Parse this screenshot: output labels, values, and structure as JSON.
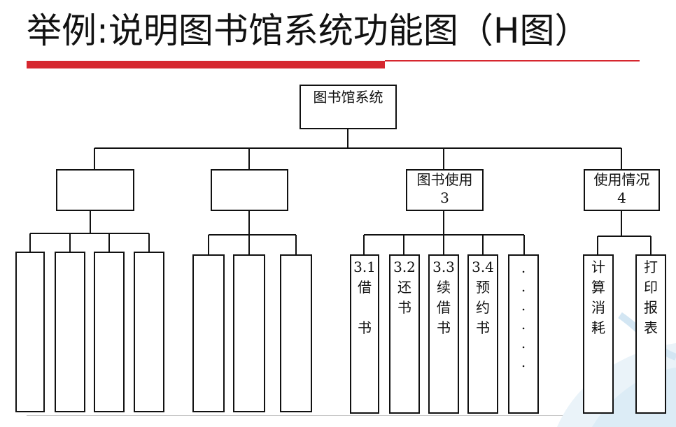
{
  "slide": {
    "title": "举例:说明图书馆系统功能图（H图）"
  },
  "colors": {
    "accent": "#d6272f",
    "line": "#111111"
  },
  "diagram": {
    "root": "图书馆系统",
    "level1": [
      "",
      "",
      "图书使用\n3",
      "使用情况\n4"
    ],
    "leaves_3": [
      "3.1\n借\n\n书",
      "3.2\n还\n书",
      "3.3\n续\n借\n书",
      "3.4\n预\n约\n书",
      ".\n.\n.\n.\n.\n."
    ],
    "leaves_4": [
      "计\n算\n消\n耗",
      "打\n印\n报\n表"
    ]
  }
}
